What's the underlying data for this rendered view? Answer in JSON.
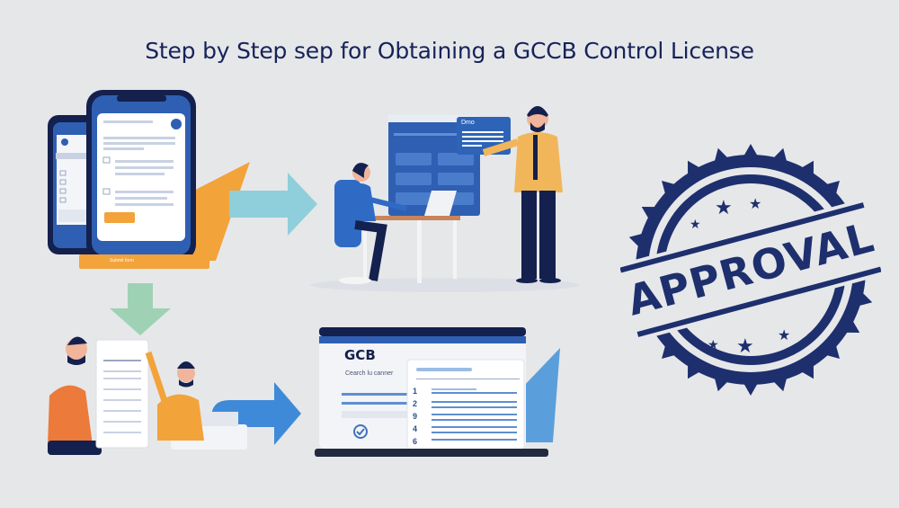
{
  "title": "Step by Step sep for Obtaining a GCCB Control License",
  "step1_phone": {
    "bottom_bar_label": "Submit form",
    "button_label": ""
  },
  "step2_screen": {
    "popup_title": "Dmo"
  },
  "step4_window": {
    "heading": "GCB",
    "subheading": "Cearch lu canner",
    "list_numbers": [
      "1",
      "2",
      "9",
      "4",
      "6"
    ]
  },
  "stamp": {
    "text": "APPROVAL",
    "color": "#1e2f6e"
  },
  "colors": {
    "background": "#e6e7e9",
    "title": "#16235a",
    "primary_blue": "#2f5fb3",
    "dark_navy": "#14204d",
    "orange": "#f2a33a",
    "teal_arrow": "#8fcfdc",
    "green_arrow": "#9fd2b5",
    "blue_arrow": "#3f8ad8"
  }
}
